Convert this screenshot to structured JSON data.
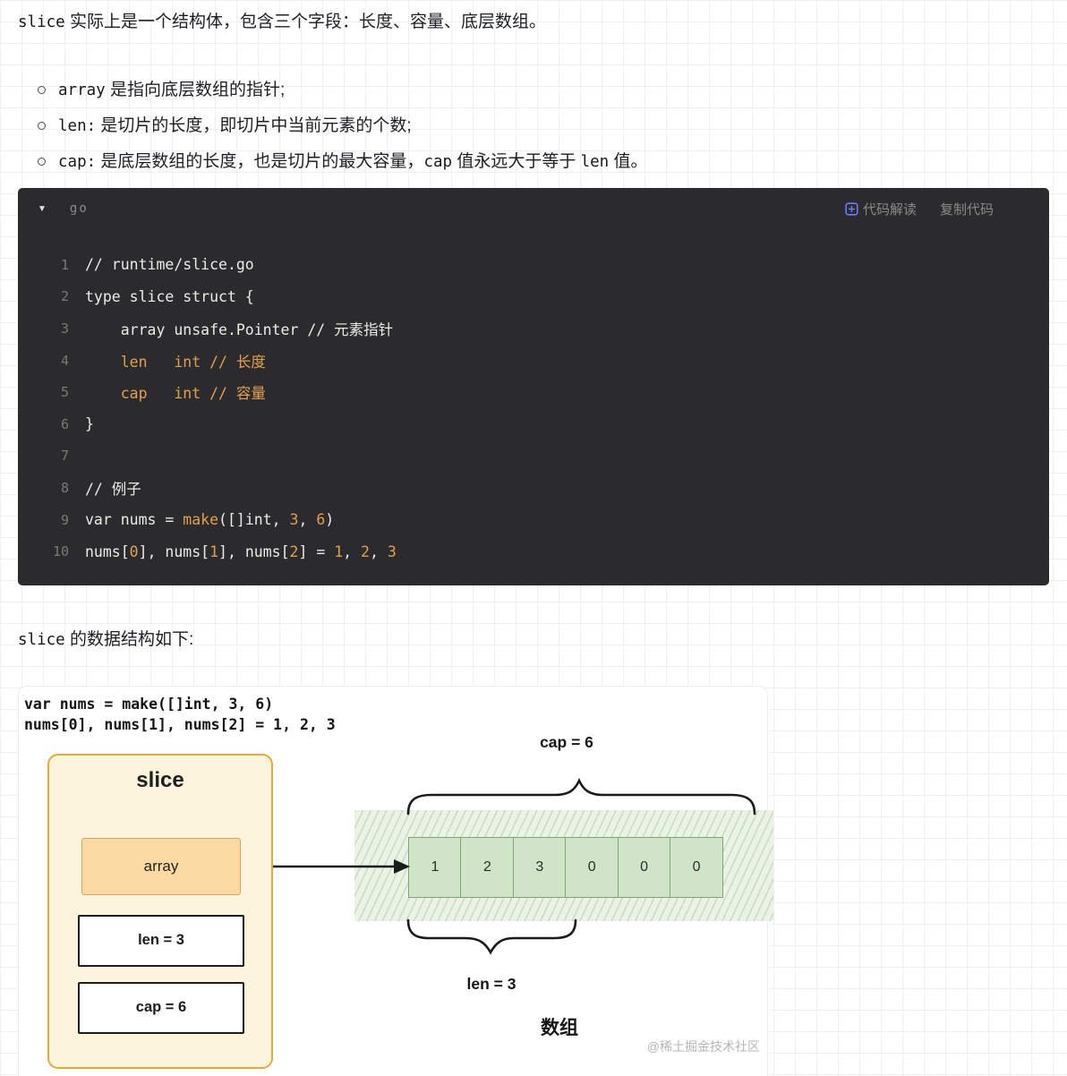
{
  "intro": {
    "segments": [
      {
        "text": "slice",
        "code": true
      },
      {
        "text": " 实际上是一个结构体，包含三个字段：长度、容量、底层数组。",
        "code": false
      }
    ]
  },
  "bullet_list": {
    "items": [
      {
        "segments": [
          {
            "text": "array",
            "code": true
          },
          {
            "text": " 是指向底层数组的指针;",
            "code": false
          }
        ]
      },
      {
        "segments": [
          {
            "text": "len:",
            "code": true
          },
          {
            "text": " 是切片的长度，即切片中当前元素的个数;",
            "code": false
          }
        ]
      },
      {
        "segments": [
          {
            "text": "cap:",
            "code": true
          },
          {
            "text": " 是底层数组的长度，也是切片的最大容量，",
            "code": false
          },
          {
            "text": "cap",
            "code": true
          },
          {
            "text": " 值永远大于等于 ",
            "code": false
          },
          {
            "text": "len",
            "code": true
          },
          {
            "text": " 值。",
            "code": false
          }
        ]
      }
    ]
  },
  "code_block": {
    "language": "go",
    "header": {
      "caret": "▼",
      "ai_button_label": "代码解读",
      "copy_button_label": "复制代码"
    },
    "lines": [
      {
        "no": "1",
        "tokens": [
          [
            "// runtime/slice.go",
            "p"
          ]
        ]
      },
      {
        "no": "2",
        "tokens": [
          [
            "type slice struct {",
            "p"
          ]
        ]
      },
      {
        "no": "3",
        "tokens": [
          [
            "    array unsafe.Pointer // 元素指针",
            "p"
          ]
        ]
      },
      {
        "no": "4",
        "tokens": [
          [
            "    len   int // 长度",
            "o"
          ]
        ]
      },
      {
        "no": "5",
        "tokens": [
          [
            "    cap   int // 容量",
            "o"
          ]
        ]
      },
      {
        "no": "6",
        "tokens": [
          [
            "}",
            "p"
          ]
        ]
      },
      {
        "no": "7",
        "tokens": []
      },
      {
        "no": "8",
        "tokens": [
          [
            "// 例子",
            "p"
          ]
        ]
      },
      {
        "no": "9",
        "tokens": [
          [
            "var nums = ",
            "p"
          ],
          [
            "make",
            "o"
          ],
          [
            "([]int, ",
            "p"
          ],
          [
            "3",
            "o"
          ],
          [
            ", ",
            "p"
          ],
          [
            "6",
            "o"
          ],
          [
            ")",
            "p"
          ]
        ]
      },
      {
        "no": "10",
        "tokens": [
          [
            "nums[",
            "p"
          ],
          [
            "0",
            "o"
          ],
          [
            "], nums[",
            "p"
          ],
          [
            "1",
            "o"
          ],
          [
            "], nums[",
            "p"
          ],
          [
            "2",
            "o"
          ],
          [
            "] = ",
            "p"
          ],
          [
            "1",
            "o"
          ],
          [
            ", ",
            "p"
          ],
          [
            "2",
            "o"
          ],
          [
            ", ",
            "p"
          ],
          [
            "3",
            "o"
          ]
        ]
      }
    ]
  },
  "outro": {
    "segments": [
      {
        "text": "slice",
        "code": true
      },
      {
        "text": " 的数据结构如下:",
        "code": false
      }
    ]
  },
  "diagram": {
    "code_line1": "var nums = make([]int, 3, 6)",
    "code_line2": "nums[0], nums[1], nums[2] = 1, 2, 3",
    "slice_title": "slice",
    "array_label": "array",
    "len_label": "len = 3",
    "cap_label": "cap = 6",
    "cap_brace_label": "cap = 6",
    "len_brace_label": "len = 3",
    "array_title": "数组",
    "cells": [
      "1",
      "2",
      "3",
      "0",
      "0",
      "0"
    ],
    "watermark": "@稀土掘金技术社区"
  },
  "colors": {
    "accent_orange": "#e2a04d",
    "code_bg": "#2b2b2d",
    "code_plain": "#ebebeb",
    "code_line_number": "#7a7a7a",
    "header_text": "#8a8a8a",
    "ai_icon": "#6b7cfa",
    "slice_box_fill": "#fdf4dc",
    "slice_box_border": "#e7a93e",
    "array_box_fill": "#fbd9a2",
    "array_box_border": "#d9a558",
    "band_fill": "#eaf3e5",
    "cell_fill": "#d0e5c8",
    "cell_border": "#7da475",
    "watermark": "#b5b5b5"
  }
}
